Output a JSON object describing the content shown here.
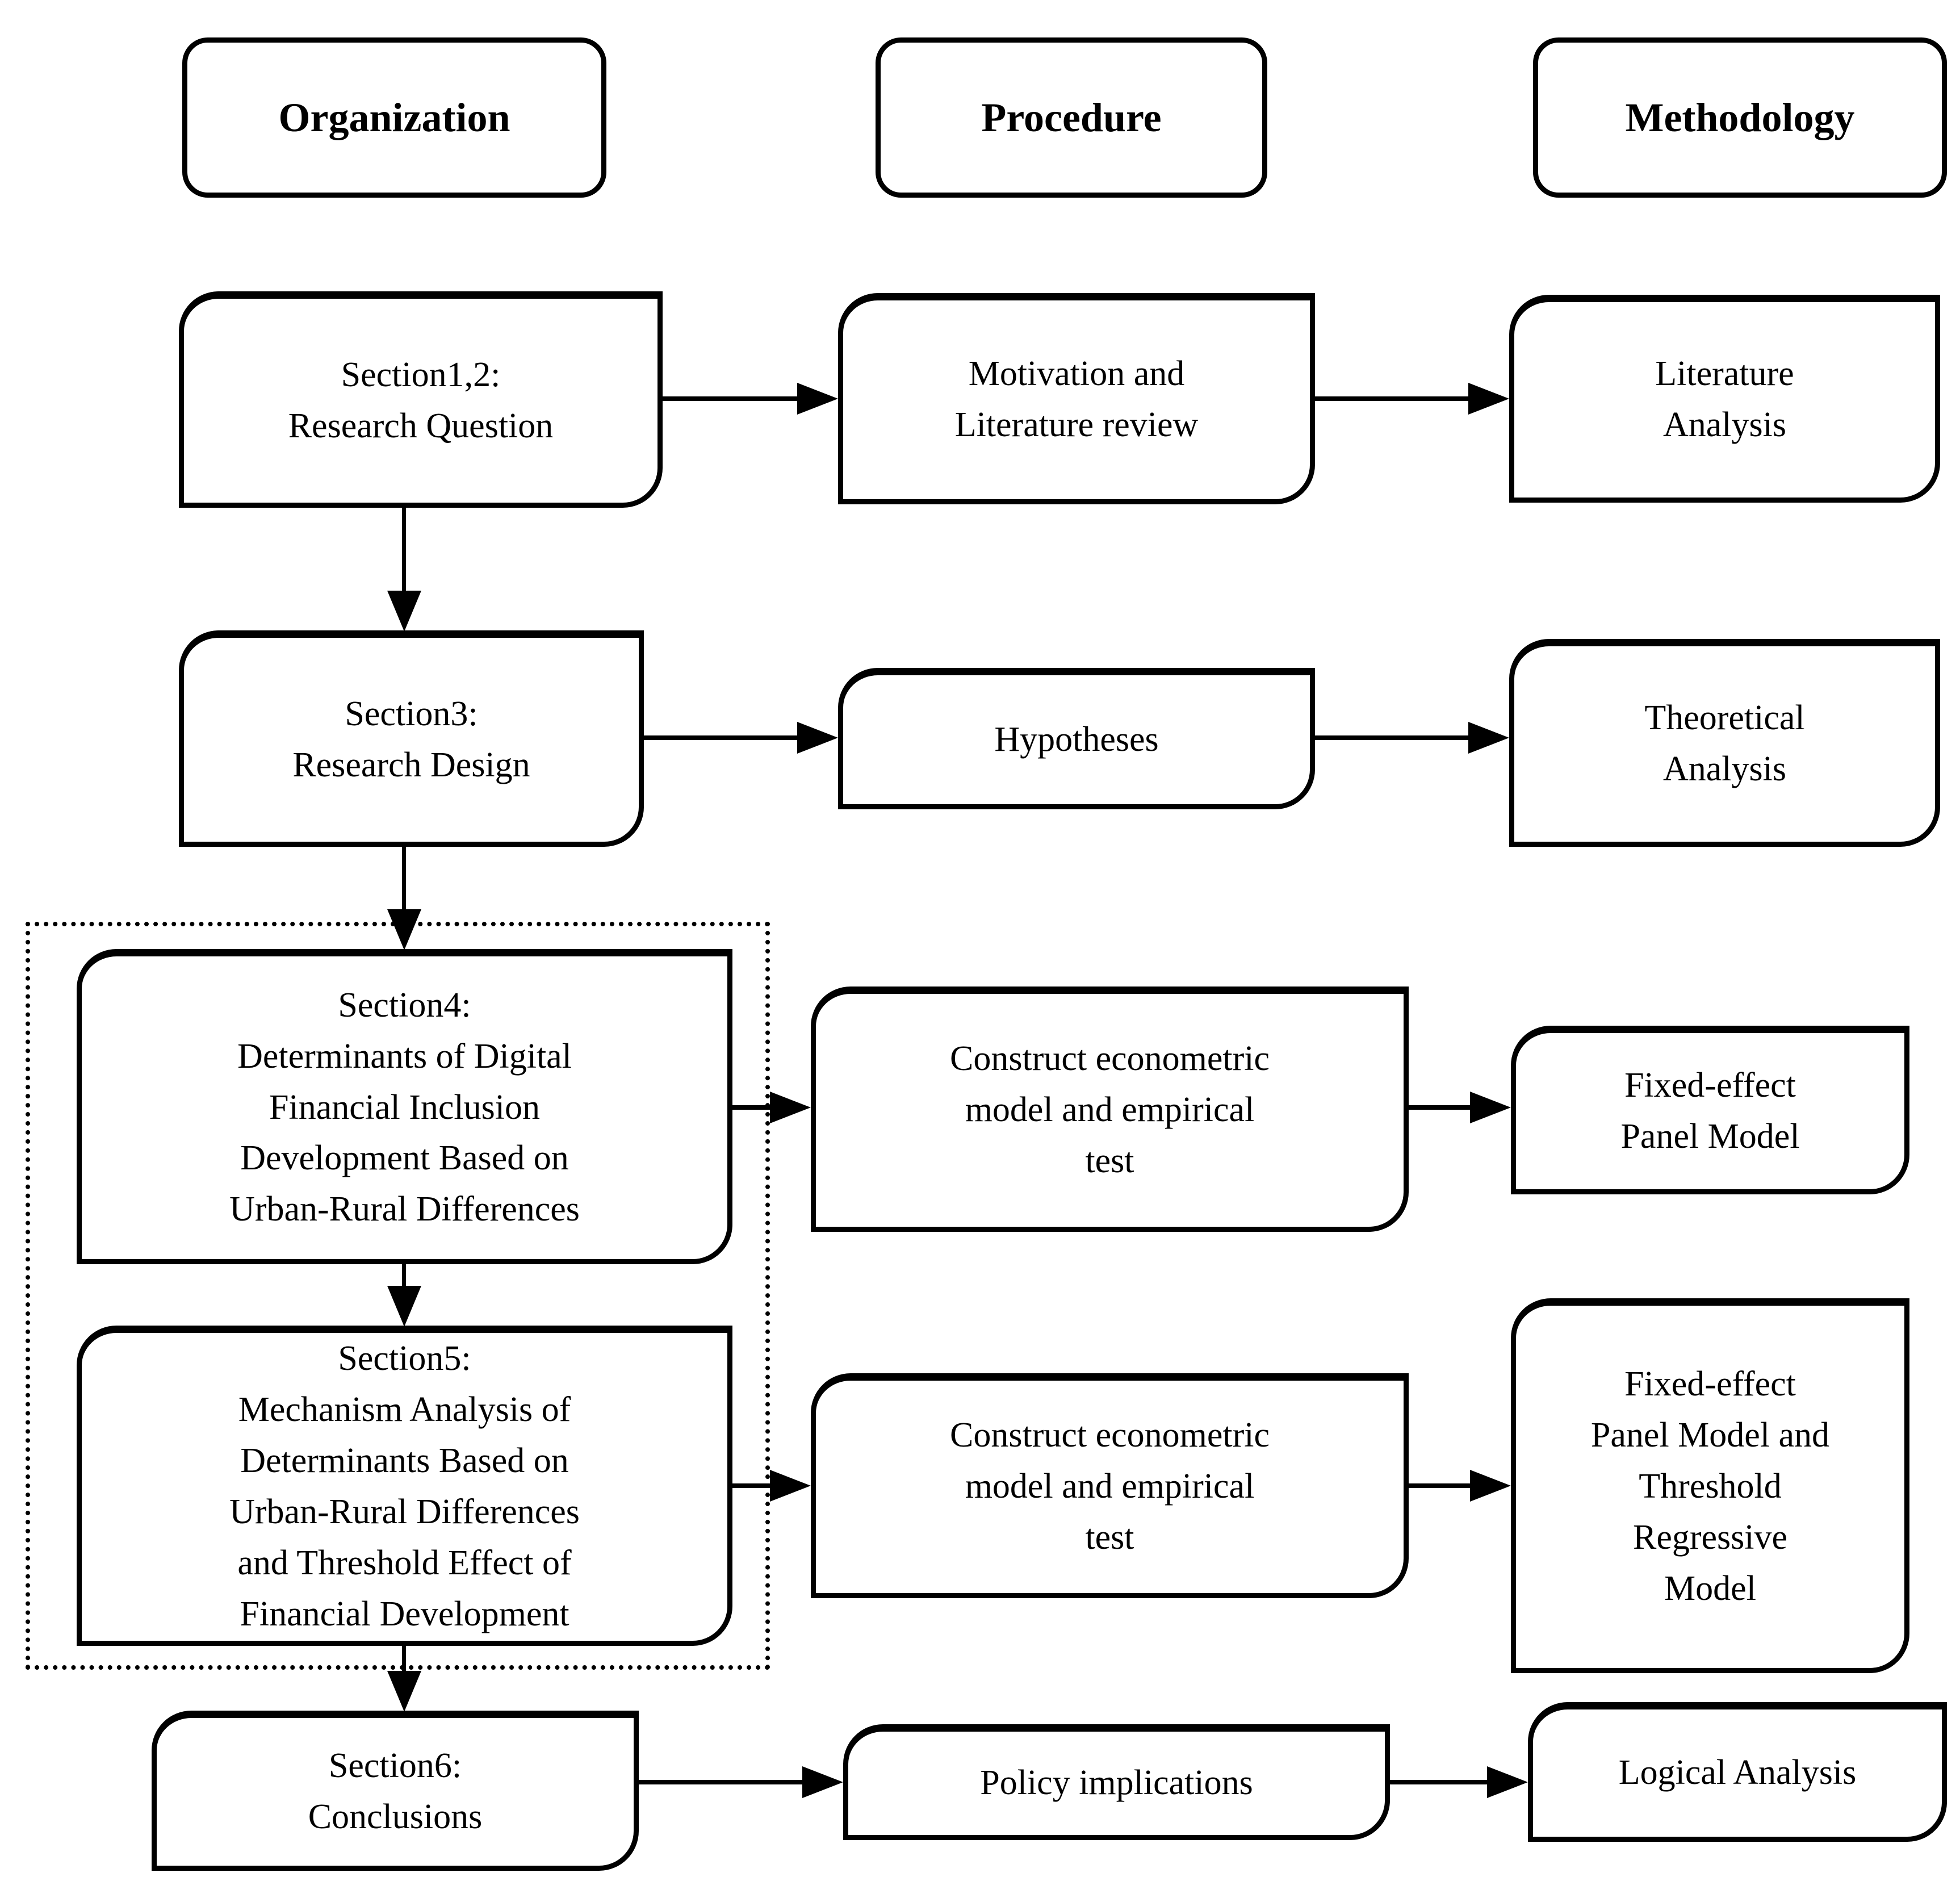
{
  "figure": {
    "type": "flowchart",
    "description": "Research framework flowchart with three columns linked by arrows; Sections 4 and 5 are grouped by a dotted rectangle.",
    "colors": {
      "ink": "#000000",
      "paper": "#ffffff"
    }
  },
  "headers": {
    "organization": "Organization",
    "procedure": "Procedure",
    "methodology": "Methodology"
  },
  "boxes": {
    "section12": "Section1,2:\nResearch Question",
    "motivation": "Motivation and\nLiterature review",
    "literature_analysis": "Literature\nAnalysis",
    "section3": "Section3:\nResearch Design",
    "hypotheses": "Hypotheses",
    "theoretical_analysis": "Theoretical\nAnalysis",
    "section4": "Section4:\nDeterminants of Digital\nFinancial Inclusion\nDevelopment Based on\nUrban-Rural Differences",
    "construct_econometric_1": "Construct econometric\nmodel and empirical\ntest",
    "fixed_effect_panel": "Fixed-effect\nPanel Model",
    "section5": "Section5:\nMechanism Analysis of\nDeterminants Based on\nUrban-Rural Differences\nand Threshold Effect of\nFinancial Development",
    "construct_econometric_2": "Construct econometric\nmodel and empirical\ntest",
    "fixed_effect_threshold": "Fixed-effect\nPanel Model and\nThreshold\nRegressive\nModel",
    "section6": "Section6:\nConclusions",
    "policy_implications": "Policy implications",
    "logical_analysis": "Logical Analysis"
  }
}
